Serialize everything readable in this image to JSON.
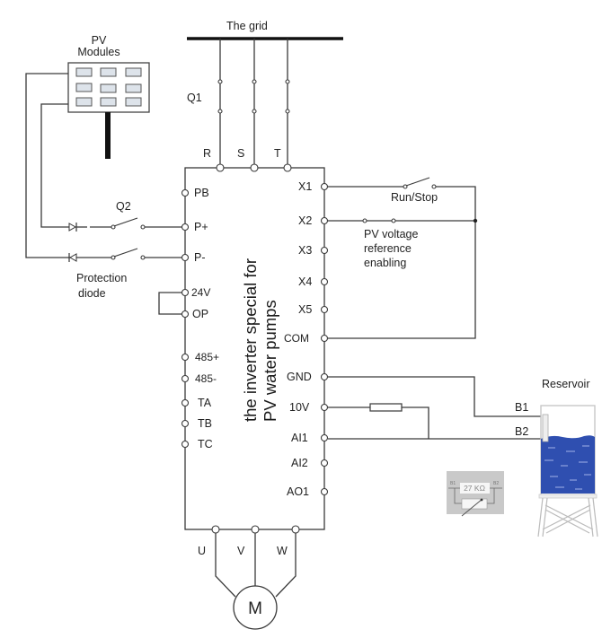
{
  "diagram": {
    "type": "wiring-diagram",
    "grid_label": "The grid",
    "pv_modules_label": [
      "PV",
      "Modules"
    ],
    "breaker_q1_label": "Q1",
    "breaker_q2_label": "Q2",
    "protection_diode_label": [
      "Protection",
      "diode"
    ],
    "inverter_title": [
      "the inverter special for",
      "PV water pumps"
    ],
    "input_phases": [
      "R",
      "S",
      "T"
    ],
    "output_phases": [
      "U",
      "V",
      "W"
    ],
    "motor_label": "M",
    "left_terminals": [
      "PB",
      "P+",
      "P-",
      "24V",
      "OP",
      "485+",
      "485-",
      "TA",
      "TB",
      "TC"
    ],
    "right_terminals": [
      "X1",
      "X2",
      "X3",
      "X4",
      "X5",
      "COM",
      "GND",
      "10V",
      "AI1",
      "AI2",
      "AO1"
    ],
    "run_stop_label": "Run/Stop",
    "pv_voltage_label": [
      "PV voltage",
      "reference",
      "enabling"
    ],
    "reservoir_label": "Reservoir",
    "probe_labels": [
      "B1",
      "B2"
    ],
    "sensor_inset": {
      "resistance": "27 KΩ",
      "pin_left": "B1",
      "pin_right": "B2"
    },
    "colors": {
      "wire": "#3a3a3a",
      "water": "#2f4fb0",
      "panel_cell": "#dde3ea",
      "inset_bg": "#c9c9c9"
    }
  }
}
